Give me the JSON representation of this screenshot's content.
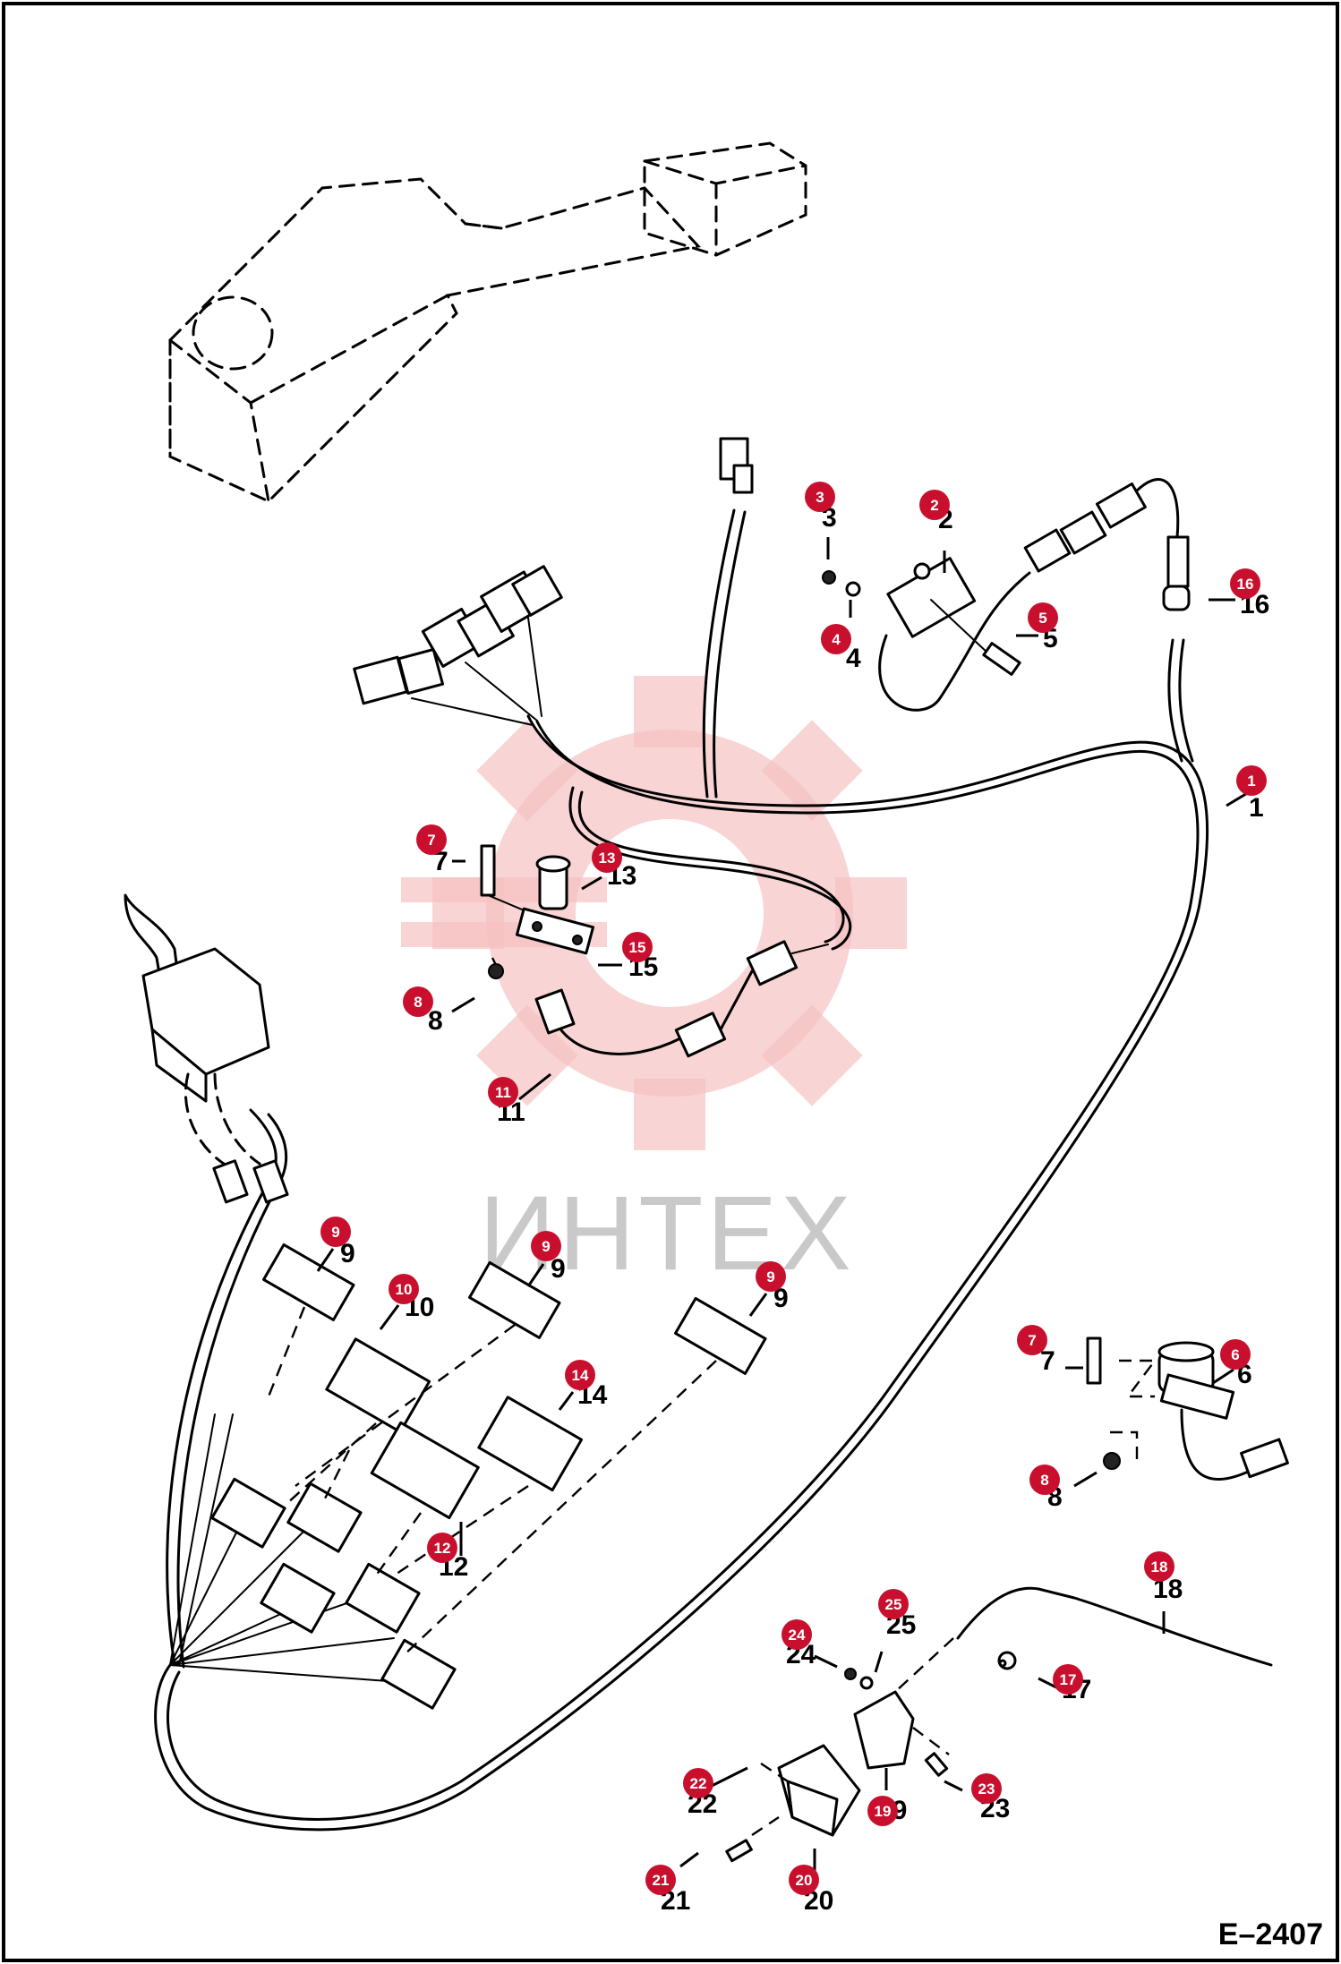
{
  "figure": {
    "number": "E–2407"
  },
  "watermark": {
    "text": "ИНТЕХ",
    "gear_color": "#f4b4b4"
  },
  "callout_color": "#c8102e",
  "parts": [
    {
      "id": "1",
      "label": "1"
    },
    {
      "id": "2",
      "label": "2"
    },
    {
      "id": "3",
      "label": "3"
    },
    {
      "id": "4",
      "label": "4"
    },
    {
      "id": "5",
      "label": "5"
    },
    {
      "id": "6",
      "label": "6"
    },
    {
      "id": "7a",
      "label": "7"
    },
    {
      "id": "7b",
      "label": "7"
    },
    {
      "id": "8a",
      "label": "8"
    },
    {
      "id": "8b",
      "label": "8"
    },
    {
      "id": "9a",
      "label": "9"
    },
    {
      "id": "9b",
      "label": "9"
    },
    {
      "id": "9c",
      "label": "9"
    },
    {
      "id": "10",
      "label": "10"
    },
    {
      "id": "11",
      "label": "11"
    },
    {
      "id": "12",
      "label": "12"
    },
    {
      "id": "13",
      "label": "13"
    },
    {
      "id": "14",
      "label": "14"
    },
    {
      "id": "15",
      "label": "15"
    },
    {
      "id": "16",
      "label": "16"
    },
    {
      "id": "17",
      "label": "17"
    },
    {
      "id": "18",
      "label": "18"
    },
    {
      "id": "19",
      "label": "19"
    },
    {
      "id": "20",
      "label": "20"
    },
    {
      "id": "21",
      "label": "21"
    },
    {
      "id": "22",
      "label": "22"
    },
    {
      "id": "23",
      "label": "23"
    },
    {
      "id": "24",
      "label": "24"
    },
    {
      "id": "25",
      "label": "25"
    }
  ]
}
